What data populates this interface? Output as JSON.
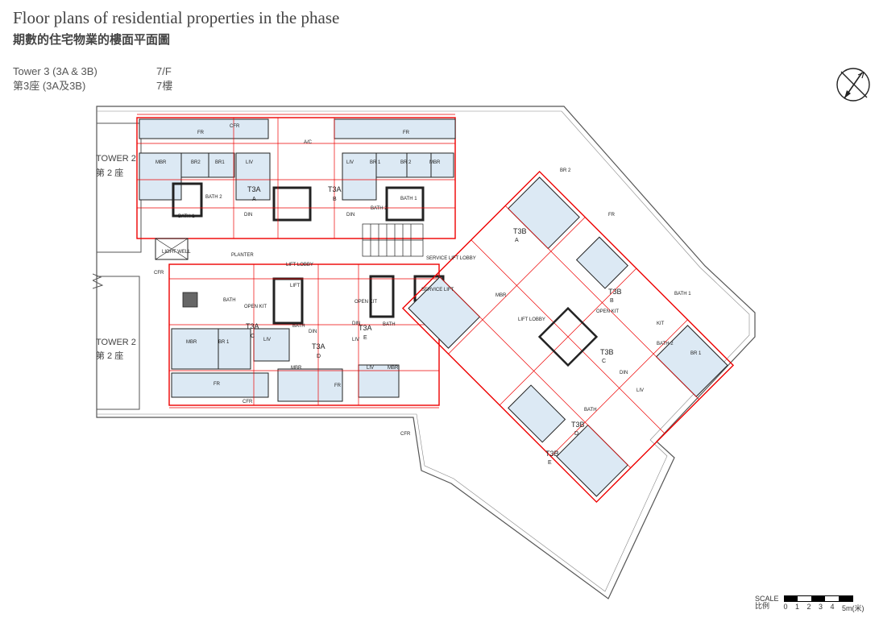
{
  "header": {
    "title_en": "Floor plans of residential properties in the phase",
    "title_zh": "期數的住宅物業的樓面平面圖",
    "tower_en": "Tower 3 (3A & 3B)",
    "tower_zh": "第3座 (3A及3B)",
    "floor_en": "7/F",
    "floor_zh": "7樓"
  },
  "north_icon": "north-arrow-icon",
  "plan": {
    "neighbours": {
      "tower2_top_en": "TOWER 2",
      "tower2_top_zh": "第 2 座",
      "tower2_bottom_en": "TOWER 2",
      "tower2_bottom_zh": "第 2 座"
    },
    "common": {
      "lift_lobby": "LIFT LOBBY",
      "service_lift_lobby": "SERVICE LIFT LOBBY",
      "service_lift": "SERVICE LIFT",
      "lift": "LIFT",
      "lift_lobby_right": "LIFT LOBBY",
      "planter": "PLANTER",
      "light_well": "LIGHT WELL",
      "cfr": "CFR",
      "ac": "A/C"
    },
    "units_top": [
      {
        "tower": "T3A",
        "flat": "A",
        "rooms": [
          "MBR",
          "BR2",
          "BR1",
          "LIV",
          "DIN",
          "BATH 2",
          "BATH 1",
          "FR"
        ]
      },
      {
        "tower": "T3A",
        "flat": "B",
        "rooms": [
          "LIV",
          "BR 1",
          "BR 2",
          "MBR",
          "DIN",
          "BATH 2",
          "BATH 1",
          "FR"
        ]
      }
    ],
    "units_bottom": [
      {
        "tower": "T3A",
        "flat": "C",
        "rooms": [
          "MBR",
          "BR 1",
          "LIV",
          "OPEN KIT",
          "BATH",
          "FR"
        ]
      },
      {
        "tower": "T3A",
        "flat": "D",
        "rooms": [
          "MBR",
          "LIV",
          "DIN",
          "BATH",
          "FR"
        ]
      },
      {
        "tower": "T3A",
        "flat": "E",
        "rooms": [
          "OPEN KIT",
          "DIN",
          "BATH",
          "MBR",
          "LIV"
        ]
      }
    ],
    "units_right": [
      {
        "tower": "T3B",
        "flat": "A"
      },
      {
        "tower": "T3B",
        "flat": "B"
      },
      {
        "tower": "T3B",
        "flat": "C"
      },
      {
        "tower": "T3B",
        "flat": "D"
      },
      {
        "tower": "T3B",
        "flat": "E"
      }
    ],
    "right_rooms": [
      "MBR",
      "BR 1",
      "BR 2",
      "LIV",
      "DIN",
      "FR",
      "OPEN KIT",
      "BATH",
      "KIT",
      "BATH 2",
      "BATH 1"
    ]
  },
  "scale": {
    "label_en": "SCALE",
    "label_zh": "比例",
    "ticks": [
      "0",
      "1",
      "2",
      "3",
      "4",
      "5m(米)"
    ]
  }
}
